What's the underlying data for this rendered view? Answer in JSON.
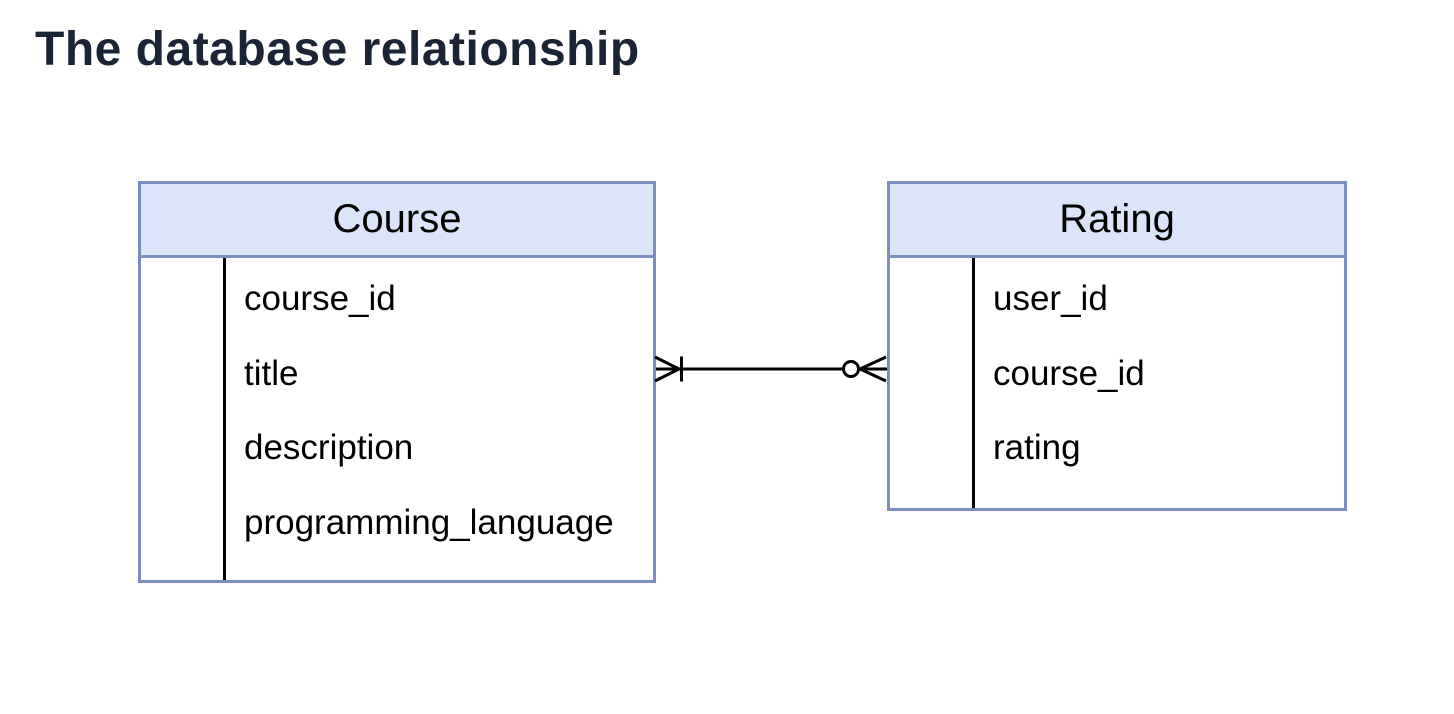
{
  "page": {
    "title": "The database relationship",
    "background_color": "#ffffff"
  },
  "colors": {
    "title_text": "#1A2435",
    "entity_border": "#7A8EC1",
    "entity_header_fill": "#DBE4F8",
    "entity_text": "#000000",
    "relationship_line": "#000000"
  },
  "diagram": {
    "type": "entity-relationship",
    "notation": "crows-foot",
    "entities": [
      {
        "name": "Course",
        "fields": [
          "course_id",
          "title",
          "description",
          "programming_language"
        ]
      },
      {
        "name": "Rating",
        "fields": [
          "user_id",
          "course_id",
          "rating"
        ]
      }
    ],
    "relationship": {
      "from_entity": "Course",
      "from_cardinality": "one-or-many",
      "to_entity": "Rating",
      "to_cardinality": "zero-or-many"
    }
  }
}
